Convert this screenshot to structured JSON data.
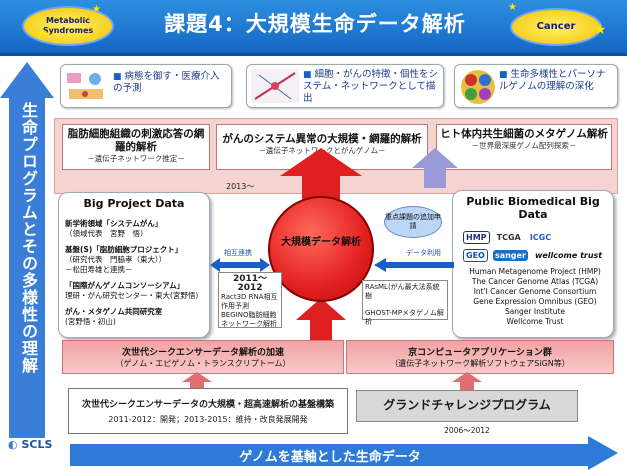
{
  "header": {
    "title": "課題4：大規模生命データ解析",
    "badge_left": "Metabolic Syndromes",
    "badge_right": "Cancer",
    "colors": {
      "header_blue": "#1e78d6",
      "badge_yellow": "#f7d21a"
    }
  },
  "left_arrow": {
    "text": "生命プログラムとその多様性の理解"
  },
  "top_cards": [
    {
      "text": "病態を御す・医療介入の予測"
    },
    {
      "text": "細胞・がんの特徴・個性をシステム・ネットワークとして描出"
    },
    {
      "text": "生命多様性とパーソナルゲノムの理解の深化"
    }
  ],
  "research_goals": [
    {
      "title": "脂肪細胞組織の刺激応答の網羅的解析",
      "sub": "－遺伝子ネットワーク推定－"
    },
    {
      "title": "がんのシステム異常の大規模・網羅的解析",
      "sub": "－遺伝子ネットワークとがんゲノム－"
    },
    {
      "title": "ヒト体内共生細菌のメタゲノム解析",
      "sub": "－世界最深度ゲノム配列探索－"
    }
  ],
  "year_2013": "2013～",
  "big_project": {
    "title": "Big Project Data",
    "items": [
      {
        "lines": [
          "新学術領域「システムがん」",
          "（領域代表　宮野　悟）"
        ]
      },
      {
        "lines": [
          "基盤(S)「脂肪細胞プロジェクト」",
          "（研究代表　門脇孝（東大））",
          "－松田寿雄と連携－"
        ]
      },
      {
        "lines": [
          "「国際がんゲノムコンソーシアム」",
          "理研・がん研究センター・東大(宮野悟)"
        ]
      },
      {
        "lines": [
          "がん・メタゲノム共同研究室",
          "(宮野悟・初山)"
        ]
      }
    ]
  },
  "public_data": {
    "title": "Public Biomedical Big Data",
    "logos": [
      "HMP",
      "TCGA",
      "ICGC",
      "GEO",
      "sanger",
      "wellcome trust"
    ],
    "items": [
      "Human Metagenome Project (HMP)",
      "The Cancer Genome Atlas (TCGA)",
      "Int'l Cancer Genome Consortium",
      "Gene Expression Omnibus (GEO)",
      "Sanger Institute",
      "Wellcome Trust"
    ]
  },
  "center": {
    "label": "大規模データ解析"
  },
  "labels": {
    "mutual": "相互連携",
    "data_use": "データ利用",
    "key_issue": "重点課題の追加申請"
  },
  "notes": {
    "period": "2011～2012",
    "left_note": [
      "Ract3D RNA相互作用予測",
      "BEGINO脂肪細胞ネットワーク解析"
    ],
    "right_note": [
      "RAsML(がん最大法系統樹",
      "GHOST-MPメタゲノム解析"
    ]
  },
  "mid_bands": [
    {
      "title": "次世代シークエンサーデータ解析の加速",
      "sub": "（ゲノム・エピゲノム・トランスクリプトーム）"
    },
    {
      "title": "京コンピュータアプリケーション群",
      "sub": "（遺伝子ネットワーク解析ソフトウェアSiGN等）"
    }
  ],
  "infra": {
    "title": "次世代シークエンサーデータの大規模・超高速解析の基盤構築",
    "sub": "2011-2012：開発；2013-2015：維持・改良発展開発"
  },
  "grand_challenge": {
    "title": "グランドチャレンジプログラム",
    "years": "2006～2012"
  },
  "footer": {
    "text": "ゲノムを基軸とした生命データ",
    "logo": "SCLS"
  }
}
